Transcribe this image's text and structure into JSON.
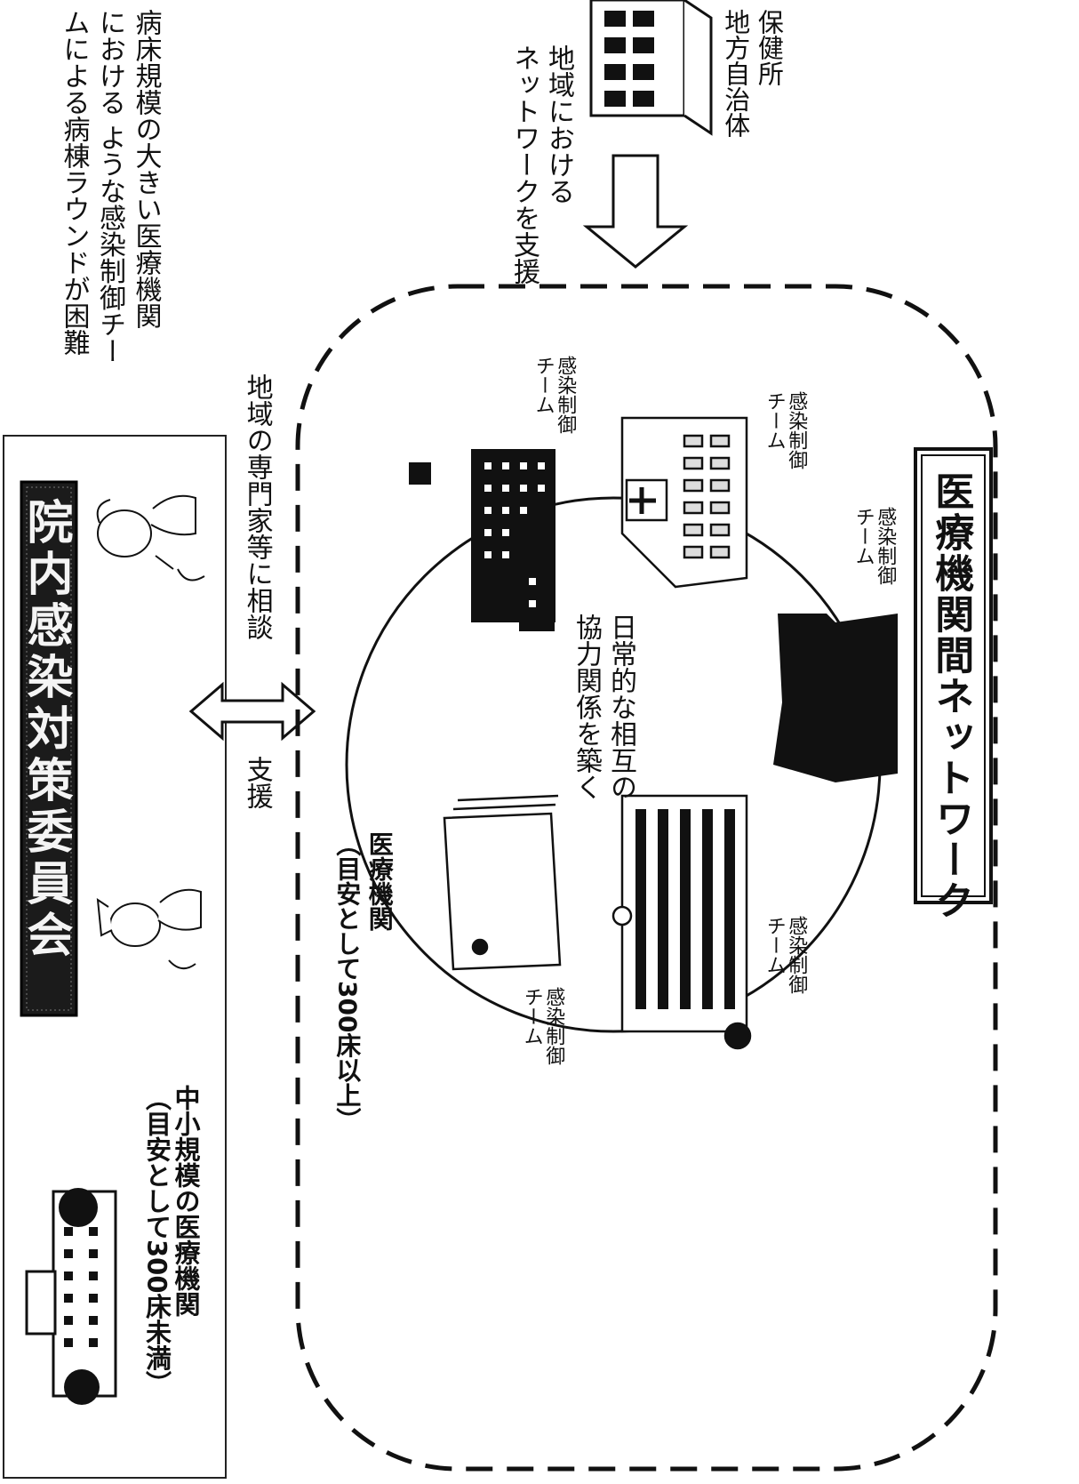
{
  "committee_panel": {
    "title": "院内感染対策委員会",
    "hospital_caption_line1": "中小規模の医療機関",
    "hospital_caption_line2": "（目安として300床未満）"
  },
  "consult": {
    "label": "地域の専門家等に相談",
    "support": "支援"
  },
  "problem_note": {
    "line1": "病床規模の大きい医療機関",
    "line2": "における ような感染制御チー",
    "line3": "ムによる病棟ラウンドが困難"
  },
  "public_health": {
    "label_line1": "保健所",
    "label_line2": "地方自治体",
    "support_line1": "地域における",
    "support_line2": "ネットワークを支援"
  },
  "network": {
    "group_label_line1": "医療機関",
    "group_label_line2": "（目安として300床以上）",
    "center_line1": "日常的な相互の",
    "center_line2": "協力関係を築く",
    "title": "医療機関間ネットワーク",
    "team_line1": "感染制御",
    "team_line2": "チーム"
  }
}
